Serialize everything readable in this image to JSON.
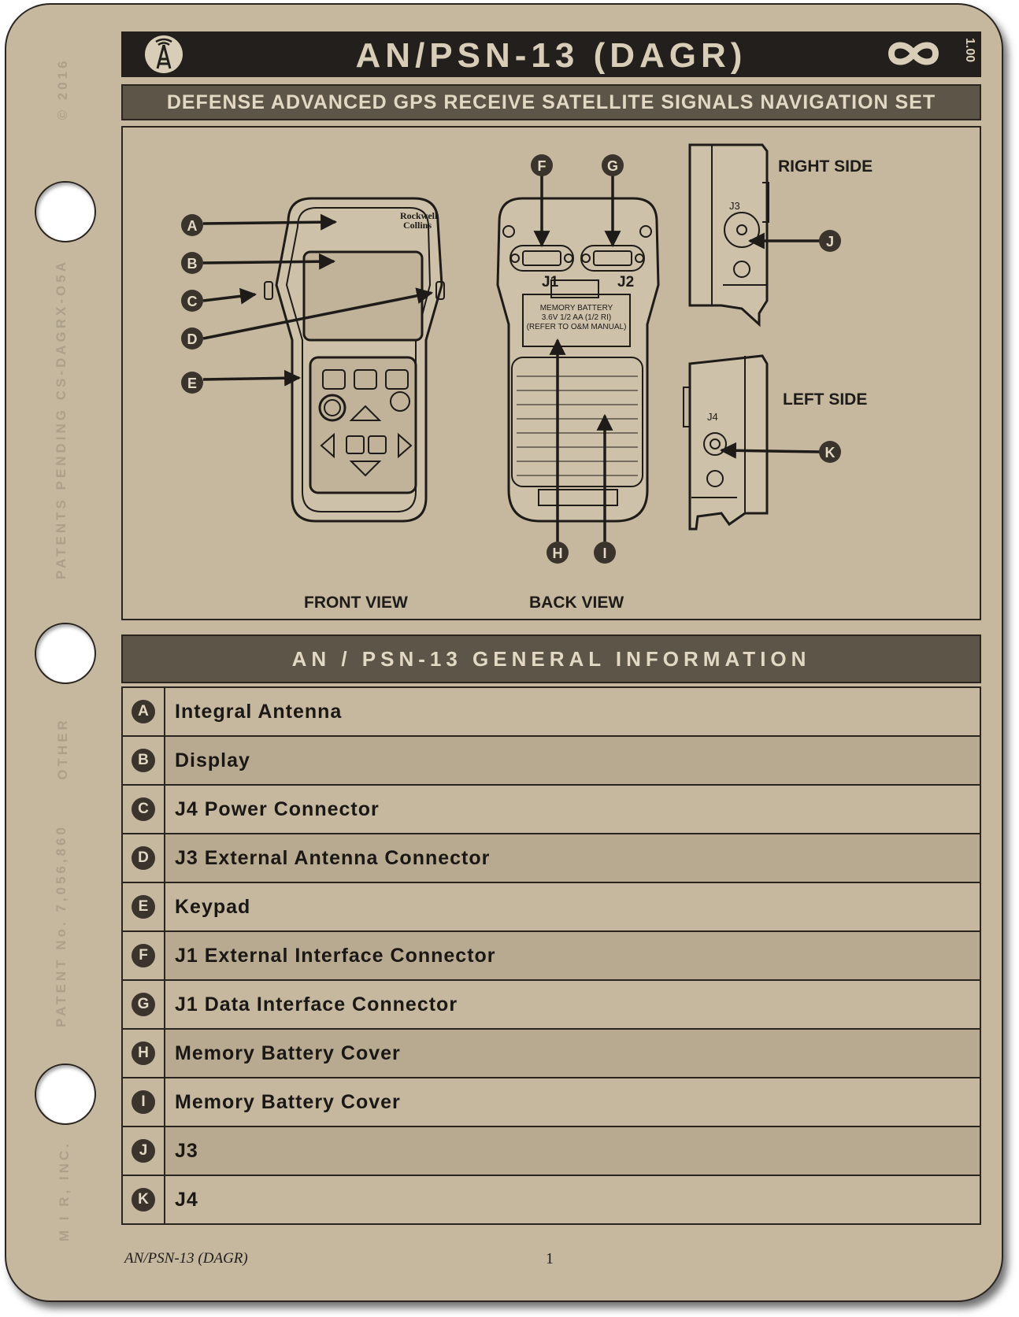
{
  "header": {
    "title": "AN/PSN-13 (DAGR)",
    "version": "1.00",
    "subtitle": "DEFENSE ADVANCED GPS RECEIVE SATELLITE SIGNALS NAVIGATION SET"
  },
  "margin": {
    "copyright": "© 2016",
    "part_number": "PATENTS PENDING   CS-DAGRX-O5A",
    "other": "OTHER",
    "patent": "PATENT No. 7,056,860",
    "company": "M I R, INC."
  },
  "diagram": {
    "front_label": "FRONT VIEW",
    "back_label": "BACK VIEW",
    "right_label": "RIGHT SIDE",
    "left_label": "LEFT SIDE",
    "brand_line1": "Rockwell",
    "brand_line2": "Collins",
    "j1": "J1",
    "j2": "J2",
    "j3": "J3",
    "j4": "J4",
    "battery_line1": "MEMORY BATTERY",
    "battery_line2": "3.6V 1/2 AA (1/2 RI)",
    "battery_line3": "(REFER TO O&M MANUAL)",
    "callouts": [
      "A",
      "B",
      "C",
      "D",
      "E",
      "F",
      "G",
      "H",
      "I",
      "J",
      "K"
    ]
  },
  "info": {
    "header": "AN / PSN-13  GENERAL INFORMATION",
    "rows": [
      {
        "letter": "A",
        "text": "Integral Antenna"
      },
      {
        "letter": "B",
        "text": "Display"
      },
      {
        "letter": "C",
        "text": "J4 Power Connector"
      },
      {
        "letter": "D",
        "text": "J3 External Antenna Connector"
      },
      {
        "letter": "E",
        "text": "Keypad"
      },
      {
        "letter": "F",
        "text": "J1 External Interface Connector"
      },
      {
        "letter": "G",
        "text": "J1 Data Interface Connector"
      },
      {
        "letter": "H",
        "text": "Memory Battery Cover"
      },
      {
        "letter": "I",
        "text": "Memory Battery Cover"
      },
      {
        "letter": "J",
        "text": "J3"
      },
      {
        "letter": "K",
        "text": "J4"
      }
    ]
  },
  "footer": {
    "left": "AN/PSN-13 (DAGR)",
    "page": "1"
  }
}
